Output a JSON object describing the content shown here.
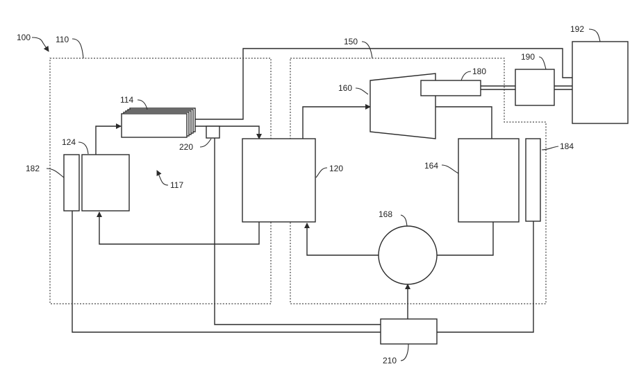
{
  "figure": {
    "labels": {
      "system": "100",
      "left_subsystem": "110",
      "stack": "114",
      "arrow_region": "117",
      "block_120": "120",
      "block_124": "124",
      "right_subsystem": "150",
      "turbine": "160",
      "element_164": "164",
      "pump_168": "168",
      "shaft_180": "180",
      "block_182": "182",
      "block_184": "184",
      "block_190": "190",
      "block_192": "192",
      "controller": "210",
      "sensor": "220"
    }
  }
}
